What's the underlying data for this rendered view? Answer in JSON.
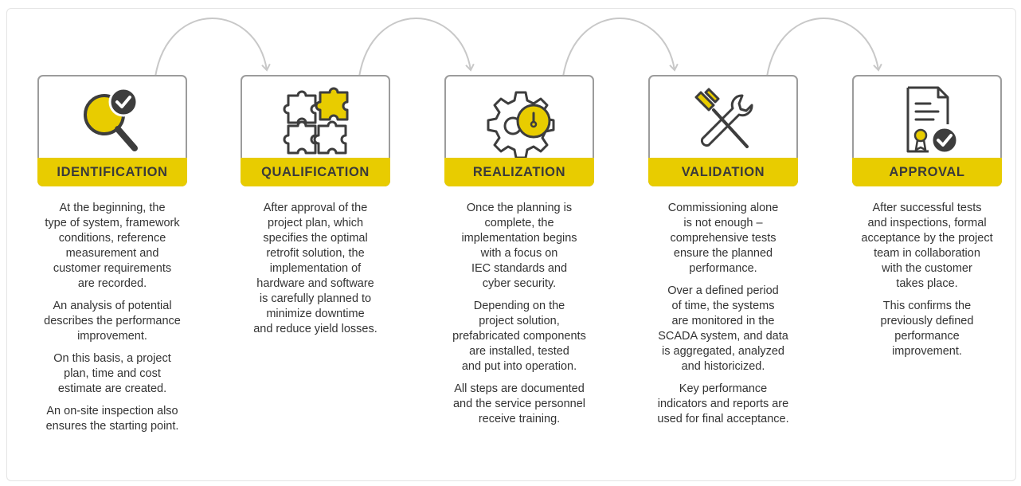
{
  "steps": [
    {
      "title": "IDENTIFICATION",
      "icon": "magnifier-check-icon",
      "paragraphs": [
        [
          "At the beginning, the",
          "type of system, framework",
          "conditions, reference",
          "measurement and",
          "customer requirements",
          "are recorded."
        ],
        [
          "An analysis of potential",
          "describes the performance",
          "improvement."
        ],
        [
          "On this basis, a project",
          "plan, time and cost",
          "estimate are created."
        ],
        [
          "An on-site inspection also",
          "ensures the starting point."
        ]
      ]
    },
    {
      "title": "QUALIFICATION",
      "icon": "puzzle-icon",
      "paragraphs": [
        [
          "After approval of the",
          "project plan, which",
          "specifies the optimal",
          "retrofit solution, the",
          "implementation of",
          "hardware and software",
          "is carefully planned to",
          "minimize downtime",
          "and reduce yield losses."
        ]
      ]
    },
    {
      "title": "REALIZATION",
      "icon": "gear-clock-icon",
      "paragraphs": [
        [
          "Once the planning is",
          "complete, the",
          "implementation begins",
          "with a focus on",
          "IEC standards and",
          "cyber security."
        ],
        [
          "Depending on the",
          "project solution,",
          "prefabricated components",
          "are installed, tested",
          "and put into operation."
        ],
        [
          "All steps are documented",
          "and the service personnel",
          "receive training."
        ]
      ]
    },
    {
      "title": "VALIDATION",
      "icon": "tools-icon",
      "paragraphs": [
        [
          "Commissioning alone",
          "is not enough –",
          "comprehensive tests",
          "ensure the planned",
          "performance."
        ],
        [
          "Over a defined period",
          "of time, the systems",
          "are monitored in the",
          "SCADA system, and data",
          "is aggregated, analyzed",
          "and historicized."
        ],
        [
          "Key performance",
          "indicators and reports are",
          "used for final acceptance."
        ]
      ]
    },
    {
      "title": "APPROVAL",
      "icon": "certificate-check-icon",
      "paragraphs": [
        [
          "After successful tests",
          "and inspections, formal",
          "acceptance by the project",
          "team in collaboration",
          "with the customer",
          "takes place."
        ],
        [
          "This confirms the",
          "previously defined",
          "performance",
          "improvement."
        ]
      ]
    }
  ],
  "colors": {
    "accent": "#e8cc00",
    "icon_stroke": "#3d3d3d",
    "card_border": "#9c9c9c",
    "arrow": "#c8c8c8"
  }
}
